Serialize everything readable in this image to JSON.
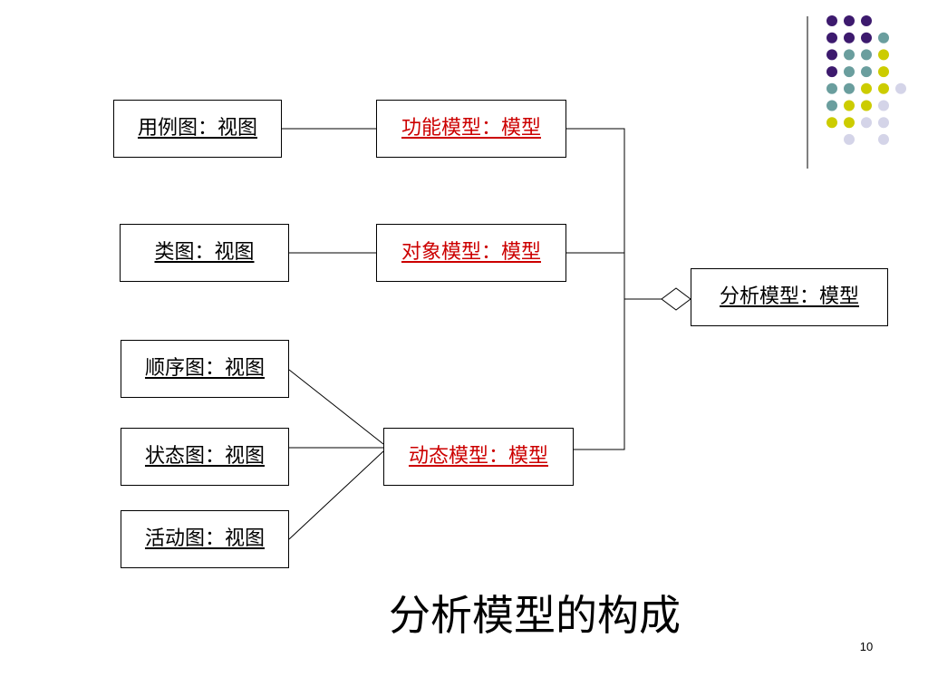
{
  "slide": {
    "title": "分析模型的构成",
    "page_number": "10"
  },
  "diagram": {
    "views": {
      "usecase": "用例图：视图",
      "class": "类图：视图",
      "sequence": "顺序图：视图",
      "state": "状态图：视图",
      "activity": "活动图：视图"
    },
    "models": {
      "functional": "功能模型：模型",
      "object": "对象模型：模型",
      "dynamic": "动态模型：模型"
    },
    "analysis_model": "分析模型：模型"
  },
  "colors": {
    "model_text": "#cc0000",
    "view_text": "#000000",
    "line": "#000000",
    "dot_purple": "#3d1a6e",
    "dot_teal": "#6a9e9e",
    "dot_yellow": "#cccc00",
    "dot_lavender": "#d4d4e8"
  }
}
